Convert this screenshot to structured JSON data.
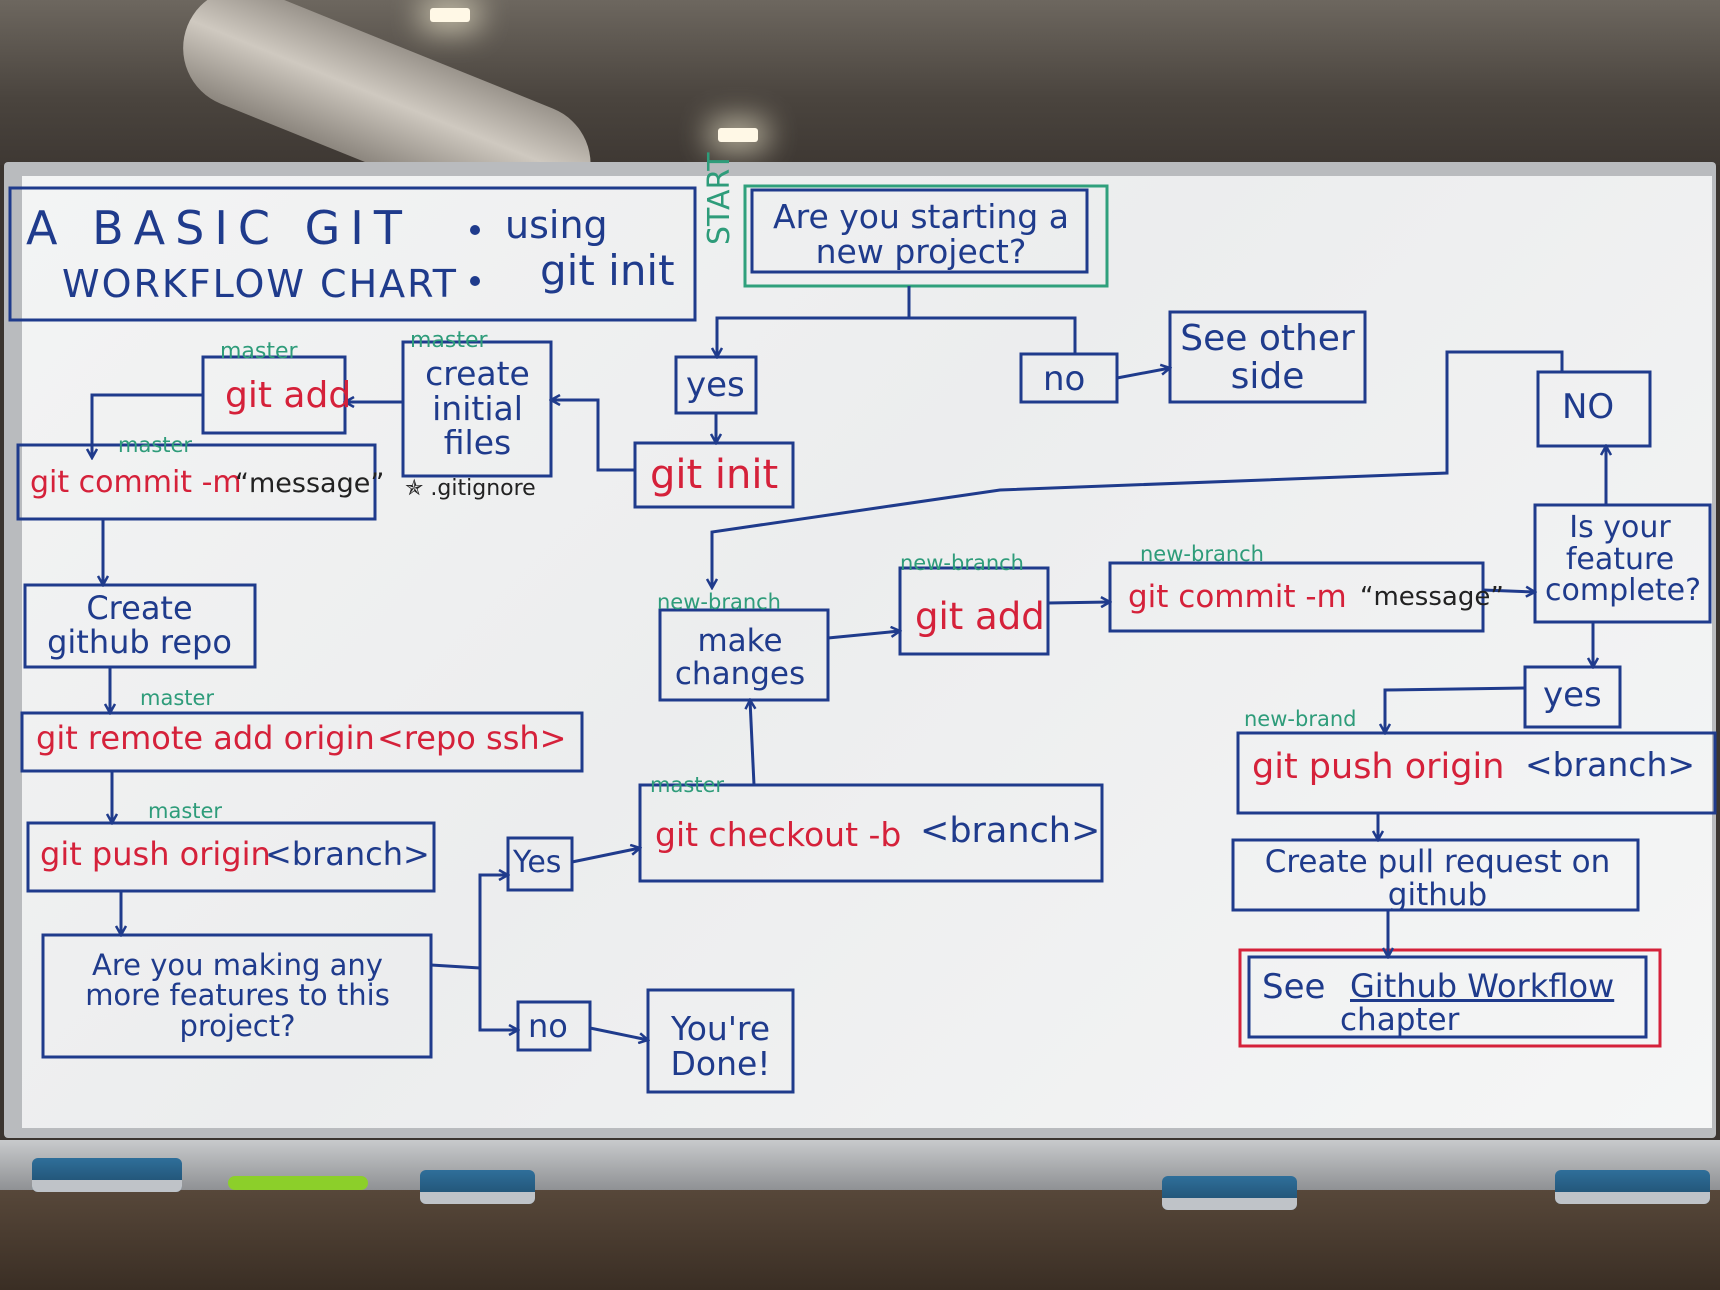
{
  "title": {
    "line1": "A BASIC GIT",
    "line2": "WORKFLOW CHART",
    "using": "using",
    "git_init": "git init",
    "start": "START"
  },
  "colors": {
    "blue": "#1f3b8c",
    "red": "#d5213a",
    "green": "#2e9c7a",
    "start_box": "#2fa07c",
    "final_box": "#d5213a"
  },
  "nodes": {
    "q_new_project": "Are you starting a new project?",
    "yes1": "yes",
    "no1": "no",
    "see_other_side": "See other side",
    "git_init": "git init",
    "create_initial_files": "create initial files",
    "gitignore": "✯ .gitignore",
    "git_add_master": "git add",
    "git_commit_master_cmd": "git commit -m",
    "git_commit_master_msg": "“message”",
    "create_github_repo": "Create github repo",
    "git_remote_add": "git remote add origin",
    "git_remote_arg": "<repo ssh>",
    "git_push_master_cmd": "git push origin",
    "git_push_master_arg": "<branch>",
    "q_more_features": "Are you making any more features to this project?",
    "yes2": "Yes",
    "no2": "no",
    "youre_done": "You're Done!",
    "git_checkout_cmd": "git checkout -b",
    "git_checkout_arg": "<branch>",
    "make_changes": "make changes",
    "git_add_branch": "git add",
    "git_commit_branch_cmd": "git commit -m",
    "git_commit_branch_msg": "“message”",
    "q_feature_complete": "Is your feature complete?",
    "no3": "NO",
    "yes3": "yes",
    "git_push_branch_cmd": "git push origin",
    "git_push_branch_arg": "<branch>",
    "create_pull_request": "Create pull request on github",
    "see_label": "See",
    "see_chapter_link": "Github Workflow",
    "see_chapter_word": "chapter"
  },
  "branch_labels": {
    "master": "master",
    "new_branch": "new-branch",
    "new_brand": "new-brand"
  }
}
